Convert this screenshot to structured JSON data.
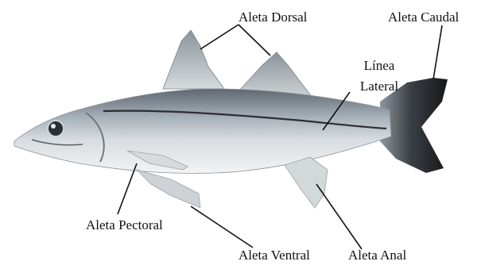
{
  "labels": {
    "dorsal": "Aleta Dorsal",
    "caudal": "Aleta Caudal",
    "lateral_line_1": "Línea",
    "lateral_line_2": "Lateral",
    "pectoral": "Aleta Pectoral",
    "ventral": "Aleta Ventral",
    "anal": "Aleta Anal"
  },
  "colors": {
    "body": "#b9c1c9",
    "belly": "#e9ecef",
    "back": "#6d767f",
    "lateral_line": "#2b2f33",
    "tail": "#1f2225",
    "fins": "#c9ced2",
    "leader_lines": "#111111"
  }
}
